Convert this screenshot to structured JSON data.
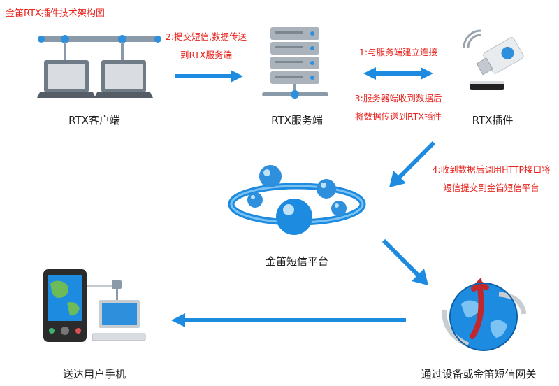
{
  "title": "金笛RTX插件技术架构图",
  "nodes": {
    "rtx_client": "RTX客户端",
    "rtx_server": "RTX服务端",
    "rtx_plugin": "RTX插件",
    "sms_platform": "金笛短信平台",
    "gateway": "通过设备或金笛短信网关",
    "user_phone": "送达用户手机"
  },
  "steps": {
    "s1": "1:与服务端建立连接",
    "s2_line1": "2:提交短信,数据传送",
    "s2_line2": "到RTX服务端",
    "s3_line1": "3:服务器端收到数据后",
    "s3_line2": "将数据传送到RTX插件",
    "s4_line1": "4:收到数据后调用HTTP接口将",
    "s4_line2": "短信提交到金笛短信平台"
  },
  "colors": {
    "arrow": "#1d8be0",
    "step_text": "#e8231d",
    "title_text": "#e8231d"
  }
}
